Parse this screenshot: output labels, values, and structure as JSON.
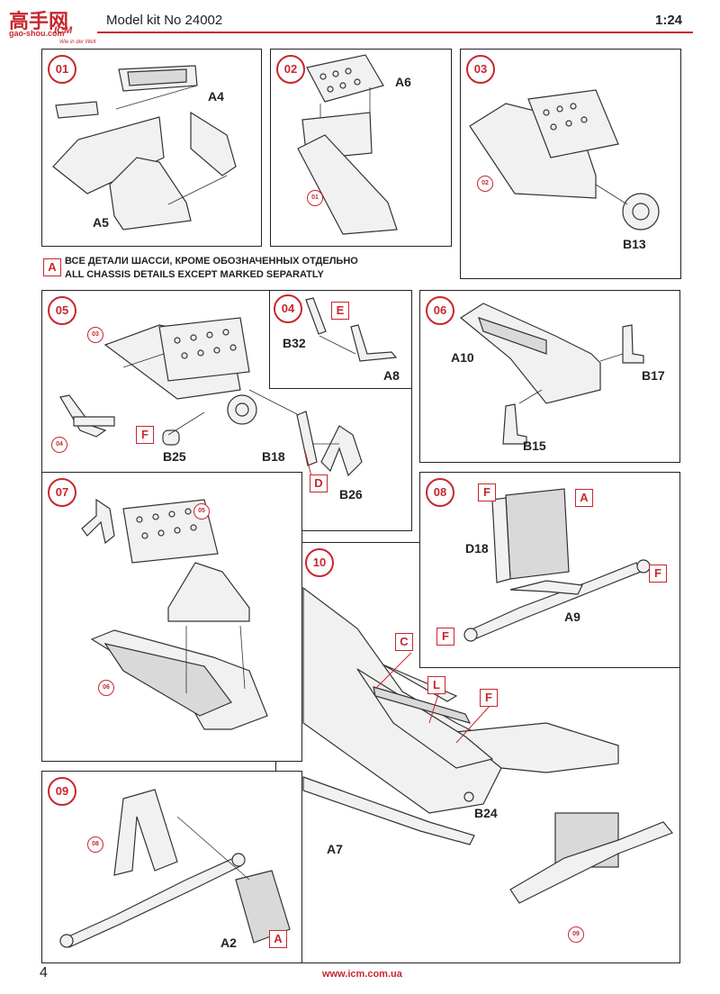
{
  "header": {
    "model": "Model kit No 24002",
    "scale": "1:24"
  },
  "logo": {
    "cn": "高手网",
    "site": "gao-shou.com",
    "brand": "ICM",
    "tagline": "Wie in der Welt"
  },
  "note": {
    "box": "A",
    "line_ru": "ВСЕ ДЕТАЛИ ШАССИ, КРОМЕ ОБОЗНАЧЕННЫХ ОТДЕЛЬНО",
    "line_en": "ALL CHASSIS DETAILS EXCEPT MARKED SEPARATLY"
  },
  "steps": {
    "s01": {
      "num": "01",
      "labels": [
        "A4",
        "A5"
      ]
    },
    "s02": {
      "num": "02",
      "labels": [
        "A6"
      ],
      "ref": "01"
    },
    "s03": {
      "num": "03",
      "labels": [
        "B13"
      ],
      "ref": "02"
    },
    "s04": {
      "num": "04",
      "labels": [
        "B32",
        "A8"
      ],
      "box": "E"
    },
    "s05": {
      "num": "05",
      "labels": [
        "B25",
        "B18",
        "B26"
      ],
      "refs": [
        "03",
        "04"
      ],
      "boxes": [
        "F",
        "D"
      ]
    },
    "s06": {
      "num": "06",
      "labels": [
        "A10",
        "B17",
        "B15"
      ]
    },
    "s07": {
      "num": "07",
      "refs": [
        "05",
        "06"
      ]
    },
    "s08": {
      "num": "08",
      "labels": [
        "D18",
        "A9"
      ],
      "boxes": [
        "F",
        "A",
        "F",
        "F"
      ]
    },
    "s09": {
      "num": "09",
      "labels": [
        "A2"
      ],
      "ref": "08",
      "box": "A"
    },
    "s10": {
      "num": "10",
      "labels": [
        "B24",
        "A7"
      ],
      "boxes": [
        "C",
        "L",
        "F"
      ],
      "ref": "09"
    }
  },
  "footer": {
    "page": "4",
    "url": "www.icm.com.ua"
  },
  "colors": {
    "accent": "#c8262e",
    "ink": "#222222"
  }
}
